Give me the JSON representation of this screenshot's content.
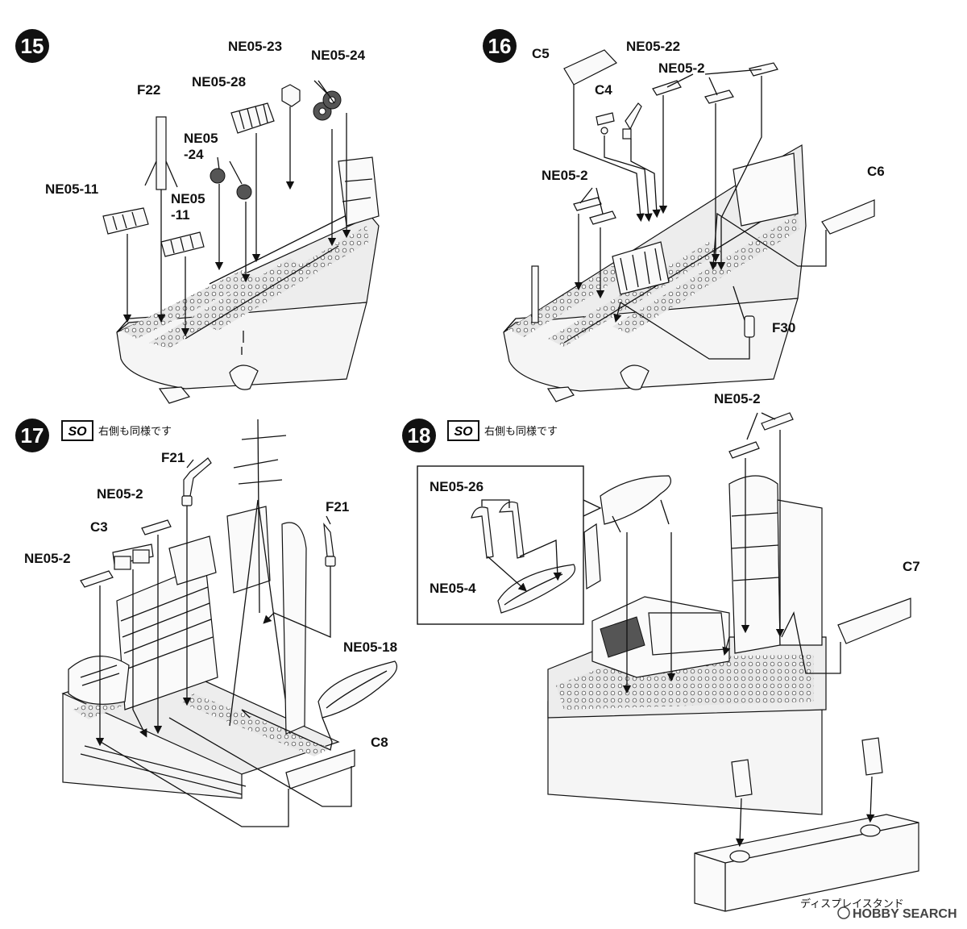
{
  "steps": [
    {
      "number": "15",
      "labels": [
        "NE05-23",
        "NE05-24",
        "NE05-28",
        "F22",
        "NE05\n-24",
        "NE05-11",
        "NE05\n-11"
      ]
    },
    {
      "number": "16",
      "labels": [
        "C5",
        "NE05-22",
        "NE05-2",
        "C4",
        "C6",
        "NE05-2",
        "F30"
      ]
    },
    {
      "number": "17",
      "badge": "SO",
      "note": "右側も同様です",
      "labels": [
        "F21",
        "NE05-2",
        "C3",
        "NE05-2",
        "F21",
        "NE05-18",
        "C8"
      ]
    },
    {
      "number": "18",
      "badge": "SO",
      "note": "右側も同様です",
      "labels": [
        "NE05-2",
        "NE05-26",
        "NE05-4",
        "C7"
      ]
    }
  ],
  "display_stand_label": "ディスプレイスタンド",
  "watermark": {
    "brand": "HOBBY SEARCH"
  },
  "colors": {
    "ink": "#111111",
    "paper": "#ffffff",
    "hull_fill": "#f5f5f5",
    "deck_fill": "#ededed"
  }
}
